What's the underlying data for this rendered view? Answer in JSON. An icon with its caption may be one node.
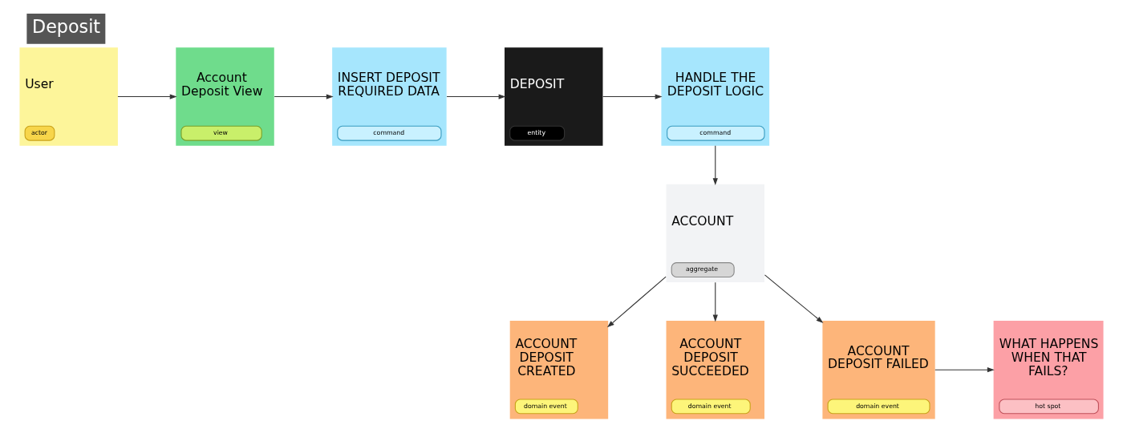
{
  "diagram": {
    "title": "Deposit",
    "nodes": [
      {
        "text": [
          "User",
          "actor"
        ]
      },
      {
        "text": [
          "Account Deposit View",
          "view"
        ]
      },
      {
        "text": [
          "INSERT DEPOSIT REQUIRED DATA",
          "command"
        ]
      },
      {
        "text": [
          "DEPOSIT",
          "entity"
        ]
      },
      {
        "text": [
          "HANDLE THE DEPOSIT LOGIC",
          "command"
        ]
      },
      {
        "text": [
          "ACCOUNT",
          "aggregate"
        ]
      },
      {
        "text": [
          "ACCOUNT DEPOSIT CREATED",
          "domain event"
        ]
      },
      {
        "text": [
          "ACCOUNT DEPOSIT SUCCEEDED",
          "domain event"
        ]
      },
      {
        "text": [
          "ACCOUNT DEPOSIT FAILED",
          "domain event"
        ]
      },
      {
        "text": [
          "WHAT HAPPENS WHEN THAT FAILS?",
          "hot spot"
        ]
      }
    ],
    "edges": [
      {
        "from": 0,
        "to": 1,
        "arrow": "to"
      },
      {
        "from": 1,
        "to": 2,
        "arrow": "to"
      },
      {
        "from": 2,
        "to": 3,
        "arrow": "to"
      },
      {
        "from": 3,
        "to": 4,
        "arrow": "to"
      },
      {
        "from": 4,
        "to": 5,
        "arrow": "to"
      },
      {
        "from": 5,
        "to": 6,
        "arrow": "to"
      },
      {
        "from": 5,
        "to": 7,
        "arrow": "to"
      },
      {
        "from": 5,
        "to": 8,
        "arrow": "to"
      },
      {
        "from": 8,
        "to": 9,
        "arrow": "to"
      }
    ]
  }
}
